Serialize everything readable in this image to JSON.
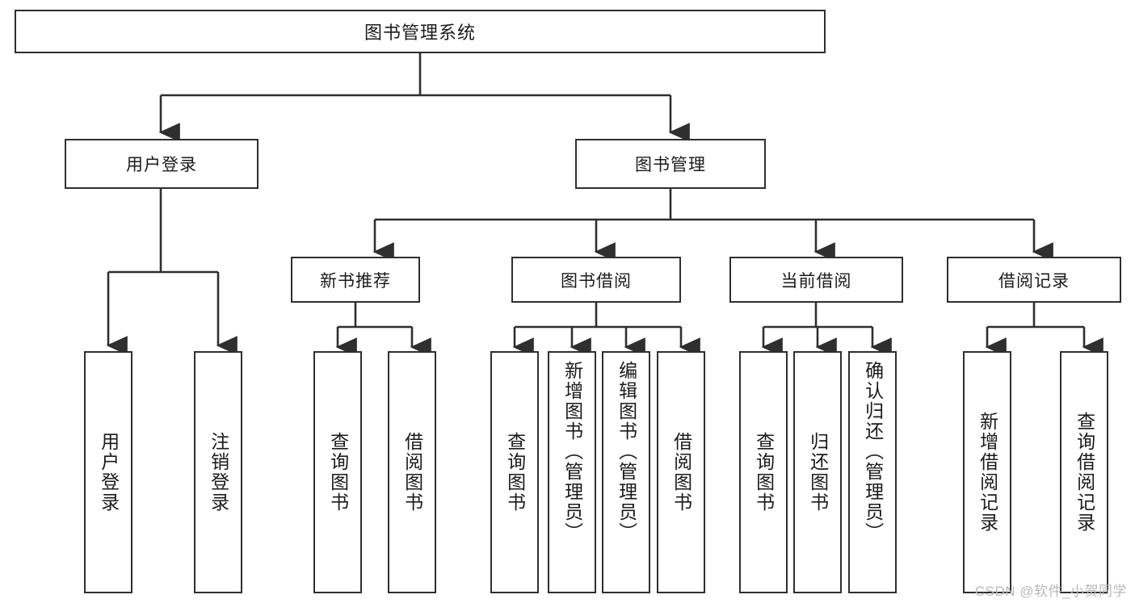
{
  "diagram": {
    "title": "图书管理系统",
    "type": "tree",
    "watermark": "CSDN @软件_小贺同学",
    "colors": {
      "border": "#2f2f2f",
      "text": "#1b1b1b",
      "background": "#ffffff",
      "watermark": "#b9b9b9"
    },
    "root": {
      "label": "图书管理系统"
    },
    "level2": [
      {
        "label": "用户登录"
      },
      {
        "label": "图书管理"
      }
    ],
    "level3": [
      {
        "label": "新书推荐"
      },
      {
        "label": "图书借阅"
      },
      {
        "label": "当前借阅"
      },
      {
        "label": "借阅记录"
      }
    ],
    "leaves": {
      "user_login": [
        {
          "label": "用户登录"
        },
        {
          "label": "注销登录"
        }
      ],
      "new_book_recommend": [
        {
          "label": "查询图书"
        },
        {
          "label": "借阅图书"
        }
      ],
      "book_borrow": [
        {
          "label": "查询图书"
        },
        {
          "label": "新增图书（管理员）"
        },
        {
          "label": "编辑图书（管理员）"
        },
        {
          "label": "借阅图书"
        }
      ],
      "current_borrow": [
        {
          "label": "查询图书"
        },
        {
          "label": "归还图书"
        },
        {
          "label": "确认归还（管理员）"
        }
      ],
      "borrow_record": [
        {
          "label": "新增借阅记录"
        },
        {
          "label": "查询借阅记录"
        }
      ]
    }
  }
}
